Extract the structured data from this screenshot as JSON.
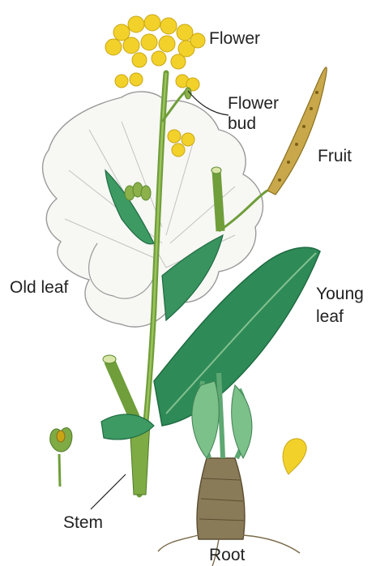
{
  "labels": {
    "flower": "Flower",
    "flower_bud_line1": "Flower",
    "flower_bud_line2": "bud",
    "fruit": "Fruit",
    "old_leaf": "Old leaf",
    "young_leaf_line1": "Young",
    "young_leaf_line2": "leaf",
    "stem": "Stem",
    "root": "Root"
  },
  "colors": {
    "flower": "#f2d22a",
    "flower_dark": "#c9a514",
    "leaf_green": "#2e8b57",
    "leaf_dark": "#1f6b41",
    "stem_green": "#6f9e3a",
    "fruit": "#c8a84a",
    "old_leaf_outline": "#9a9a9a",
    "root": "#7a6a4a"
  }
}
